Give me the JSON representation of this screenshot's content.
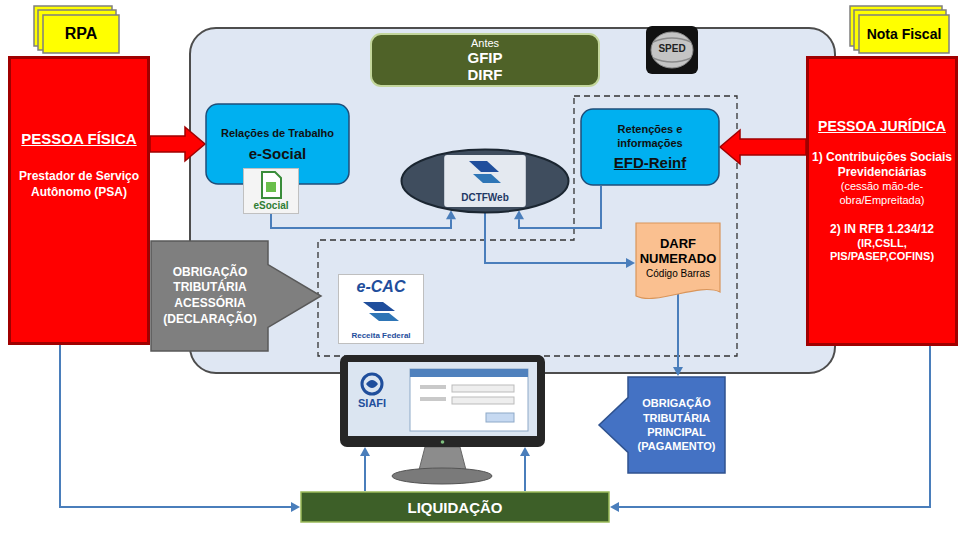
{
  "diagram": {
    "nodes": [
      {
        "text": [
          "RPA"
        ]
      },
      {
        "text": [
          "Antes",
          "GFIP DIRF"
        ]
      },
      {
        "text": [
          "Nota Fiscal"
        ]
      },
      {
        "text": [
          "PESSOA FÍSICA",
          "Prestador de Serviço Autônomo (PSA)"
        ]
      },
      {
        "text": [
          "Relações de Trabalho",
          "e-Social"
        ]
      },
      {
        "text": [
          "Retenções e informações",
          "EFD-Reinf"
        ]
      },
      {
        "text": [
          "PESSOA JURÍDICA",
          "1) Contribuições Sociais Previdenciárias",
          "(cessão mão-de-obra/Empreitada)",
          "2) IN RFB 1.234/12",
          "(IR,CSLL, PIS/PASEP,COFINS)"
        ]
      },
      {
        "text": [
          "DCTFWeb"
        ]
      },
      {
        "text": [
          "eSocial"
        ]
      },
      {
        "text": [
          "OBRIGAÇÃO TRIBUTÁRIA ACESSÓRIA (DECLARAÇÃO)"
        ]
      },
      {
        "text": [
          "e-CAC",
          "Receita Federal"
        ]
      },
      {
        "text": [
          "DARF NUMERADO",
          "Código Barras"
        ]
      },
      {
        "text": [
          "SIAFI"
        ]
      },
      {
        "text": [
          "OBRIGAÇÃO TRIBUTÁRIA PRINCIPAL (PAGAMENTO)"
        ]
      },
      {
        "text": [
          "LIQUIDAÇÃO"
        ]
      }
    ],
    "edges": [
      {
        "from": 3,
        "to": 4,
        "arrow": "to"
      },
      {
        "from": 6,
        "to": 5,
        "arrow": "to"
      },
      {
        "from": 8,
        "to": 7,
        "arrow": "to"
      },
      {
        "from": 5,
        "to": 7,
        "arrow": "to"
      },
      {
        "from": 7,
        "to": 11,
        "arrow": "to"
      },
      {
        "from": 11,
        "to": 13,
        "arrow": "to"
      },
      {
        "from": 3,
        "to": 14,
        "arrow": "to"
      },
      {
        "from": 6,
        "to": 14,
        "arrow": "to"
      },
      {
        "from": 14,
        "to": 12,
        "arrow": "to"
      },
      {
        "from": 14,
        "to": 12,
        "arrow": "to"
      }
    ],
    "labels": [
      "SPED"
    ]
  }
}
